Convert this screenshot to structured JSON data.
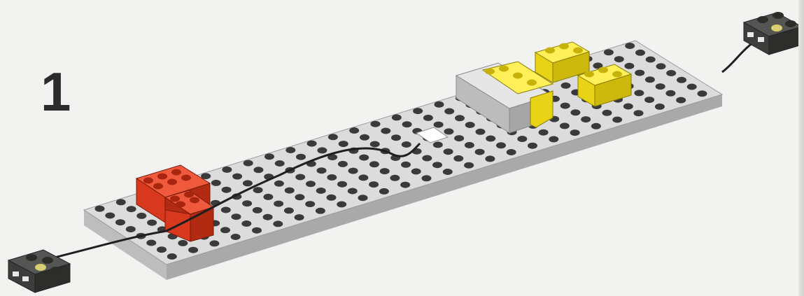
{
  "step": {
    "number": "1"
  },
  "colors": {
    "background": "#f2f2f0",
    "baseplate_top": "#d9d9d9",
    "baseplate_side": "#b4b4b4",
    "stud": "#3a3a3a",
    "red_brick": "#d8391e",
    "yellow_brick": "#f2e21c",
    "gray_brick": "#cfcfcf",
    "cable": "#1f1f1f",
    "connector": "#3d3d3b"
  },
  "illustration": {
    "subject": "lego-baseplate-assembly",
    "components": [
      "baseplate",
      "red-brick-stack",
      "yellow-bricks",
      "gray-plate",
      "cable",
      "connector-left",
      "connector-right"
    ]
  }
}
